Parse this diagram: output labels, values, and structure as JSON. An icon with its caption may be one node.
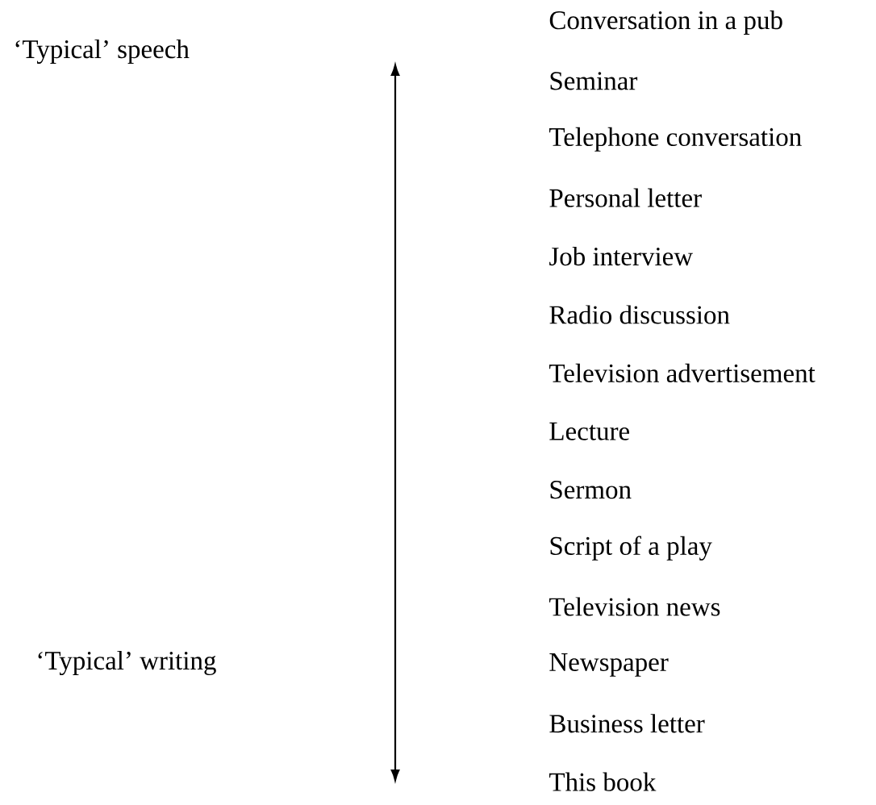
{
  "diagram": {
    "labels": [
      "‘Typical’ speech",
      "‘Typical’ writing",
      "Conversation in a pub",
      "Seminar",
      "Telephone conversation",
      "Personal letter",
      "Job interview",
      "Radio discussion",
      "Television advertisement",
      "Lecture",
      "Sermon",
      "Script of a play",
      "Television news",
      "Newspaper",
      "Business letter",
      "This book"
    ]
  }
}
